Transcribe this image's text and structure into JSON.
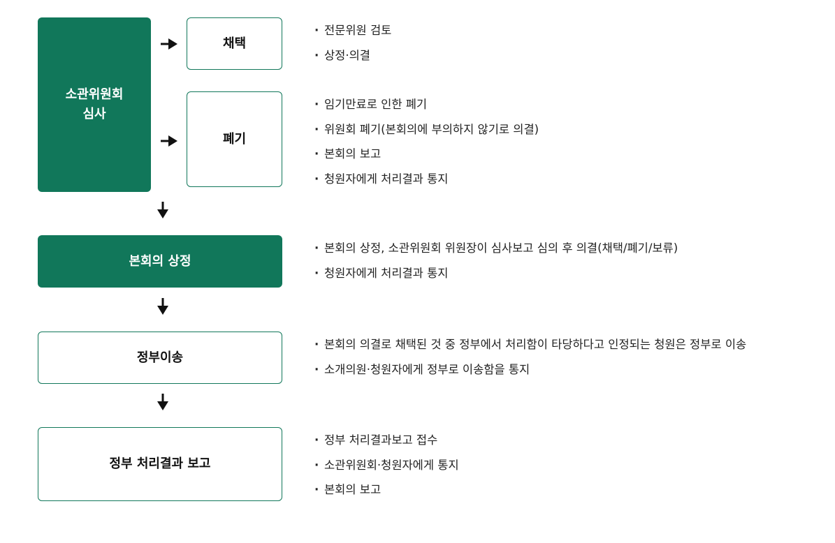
{
  "colors": {
    "green": "#11775a",
    "arrow": "#111111"
  },
  "steps": {
    "committee": {
      "line1": "소관위원회",
      "line2": "심사"
    },
    "adopt": {
      "label": "채택"
    },
    "discard": {
      "label": "폐기"
    },
    "plenary": {
      "label": "본회의 상정"
    },
    "transfer": {
      "label": "정부이송"
    },
    "report": {
      "label": "정부 처리결과 보고"
    }
  },
  "bullet": "·",
  "details": {
    "adopt": [
      "전문위원 검토",
      "상정·의결"
    ],
    "discard": [
      "임기만료로 인한 폐기",
      "위원회 폐기(본회의에 부의하지 않기로 의결)",
      "본회의 보고",
      "청원자에게 처리결과 통지"
    ],
    "plenary": [
      "본회의 상정, 소관위원회 위원장이 심사보고 심의 후 의결(채택/폐기/보류)",
      "청원자에게 처리결과 통지"
    ],
    "transfer": [
      "본회의 의결로 채택된 것 중 정부에서 처리함이 타당하다고 인정되는 청원은 정부로 이송",
      "소개의원·청원자에게 정부로 이송함을 통지"
    ],
    "report": [
      "정부 처리결과보고 접수",
      "소관위원회·청원자에게 통지",
      "본회의 보고"
    ]
  }
}
